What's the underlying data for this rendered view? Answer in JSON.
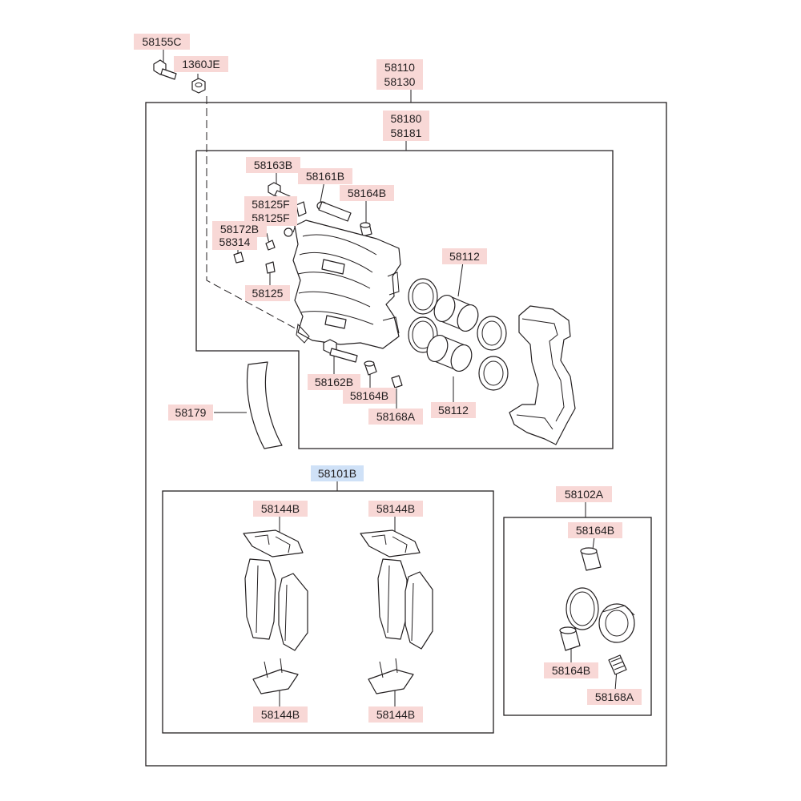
{
  "labels": {
    "bolt_top": "58155C",
    "nut_top": "1360JE",
    "assy_lh": "58110",
    "assy_rh": "58130",
    "caliper_lh": "58180",
    "caliper_rh": "58181",
    "bolt_guide_upper": "58163B",
    "pin_guide": "58161B",
    "boot_upper": "58164B",
    "bleeder_a": "58125F",
    "bleeder_b": "58125F",
    "cap_bleeder": "58172B",
    "cap_small": "58314",
    "bleeder_c": "58125",
    "piston_top": "58112",
    "bolt_guide_lower": "58162B",
    "boot_lower": "58164B",
    "bushing_lower": "58168A",
    "piston_bottom": "58112",
    "hose_shield": "58179",
    "pad_kit": "58101B",
    "shim_tl": "58144B",
    "shim_tr": "58144B",
    "shim_bl": "58144B",
    "shim_br": "58144B",
    "seal_kit": "58102A",
    "kit_boot_top": "58164B",
    "kit_boot_bottom": "58164B",
    "kit_bushing": "58168A"
  },
  "colors": {
    "label_bg": "#f8d8d6",
    "label_bg_selected": "#cfe1f7",
    "line": "#231f20"
  }
}
